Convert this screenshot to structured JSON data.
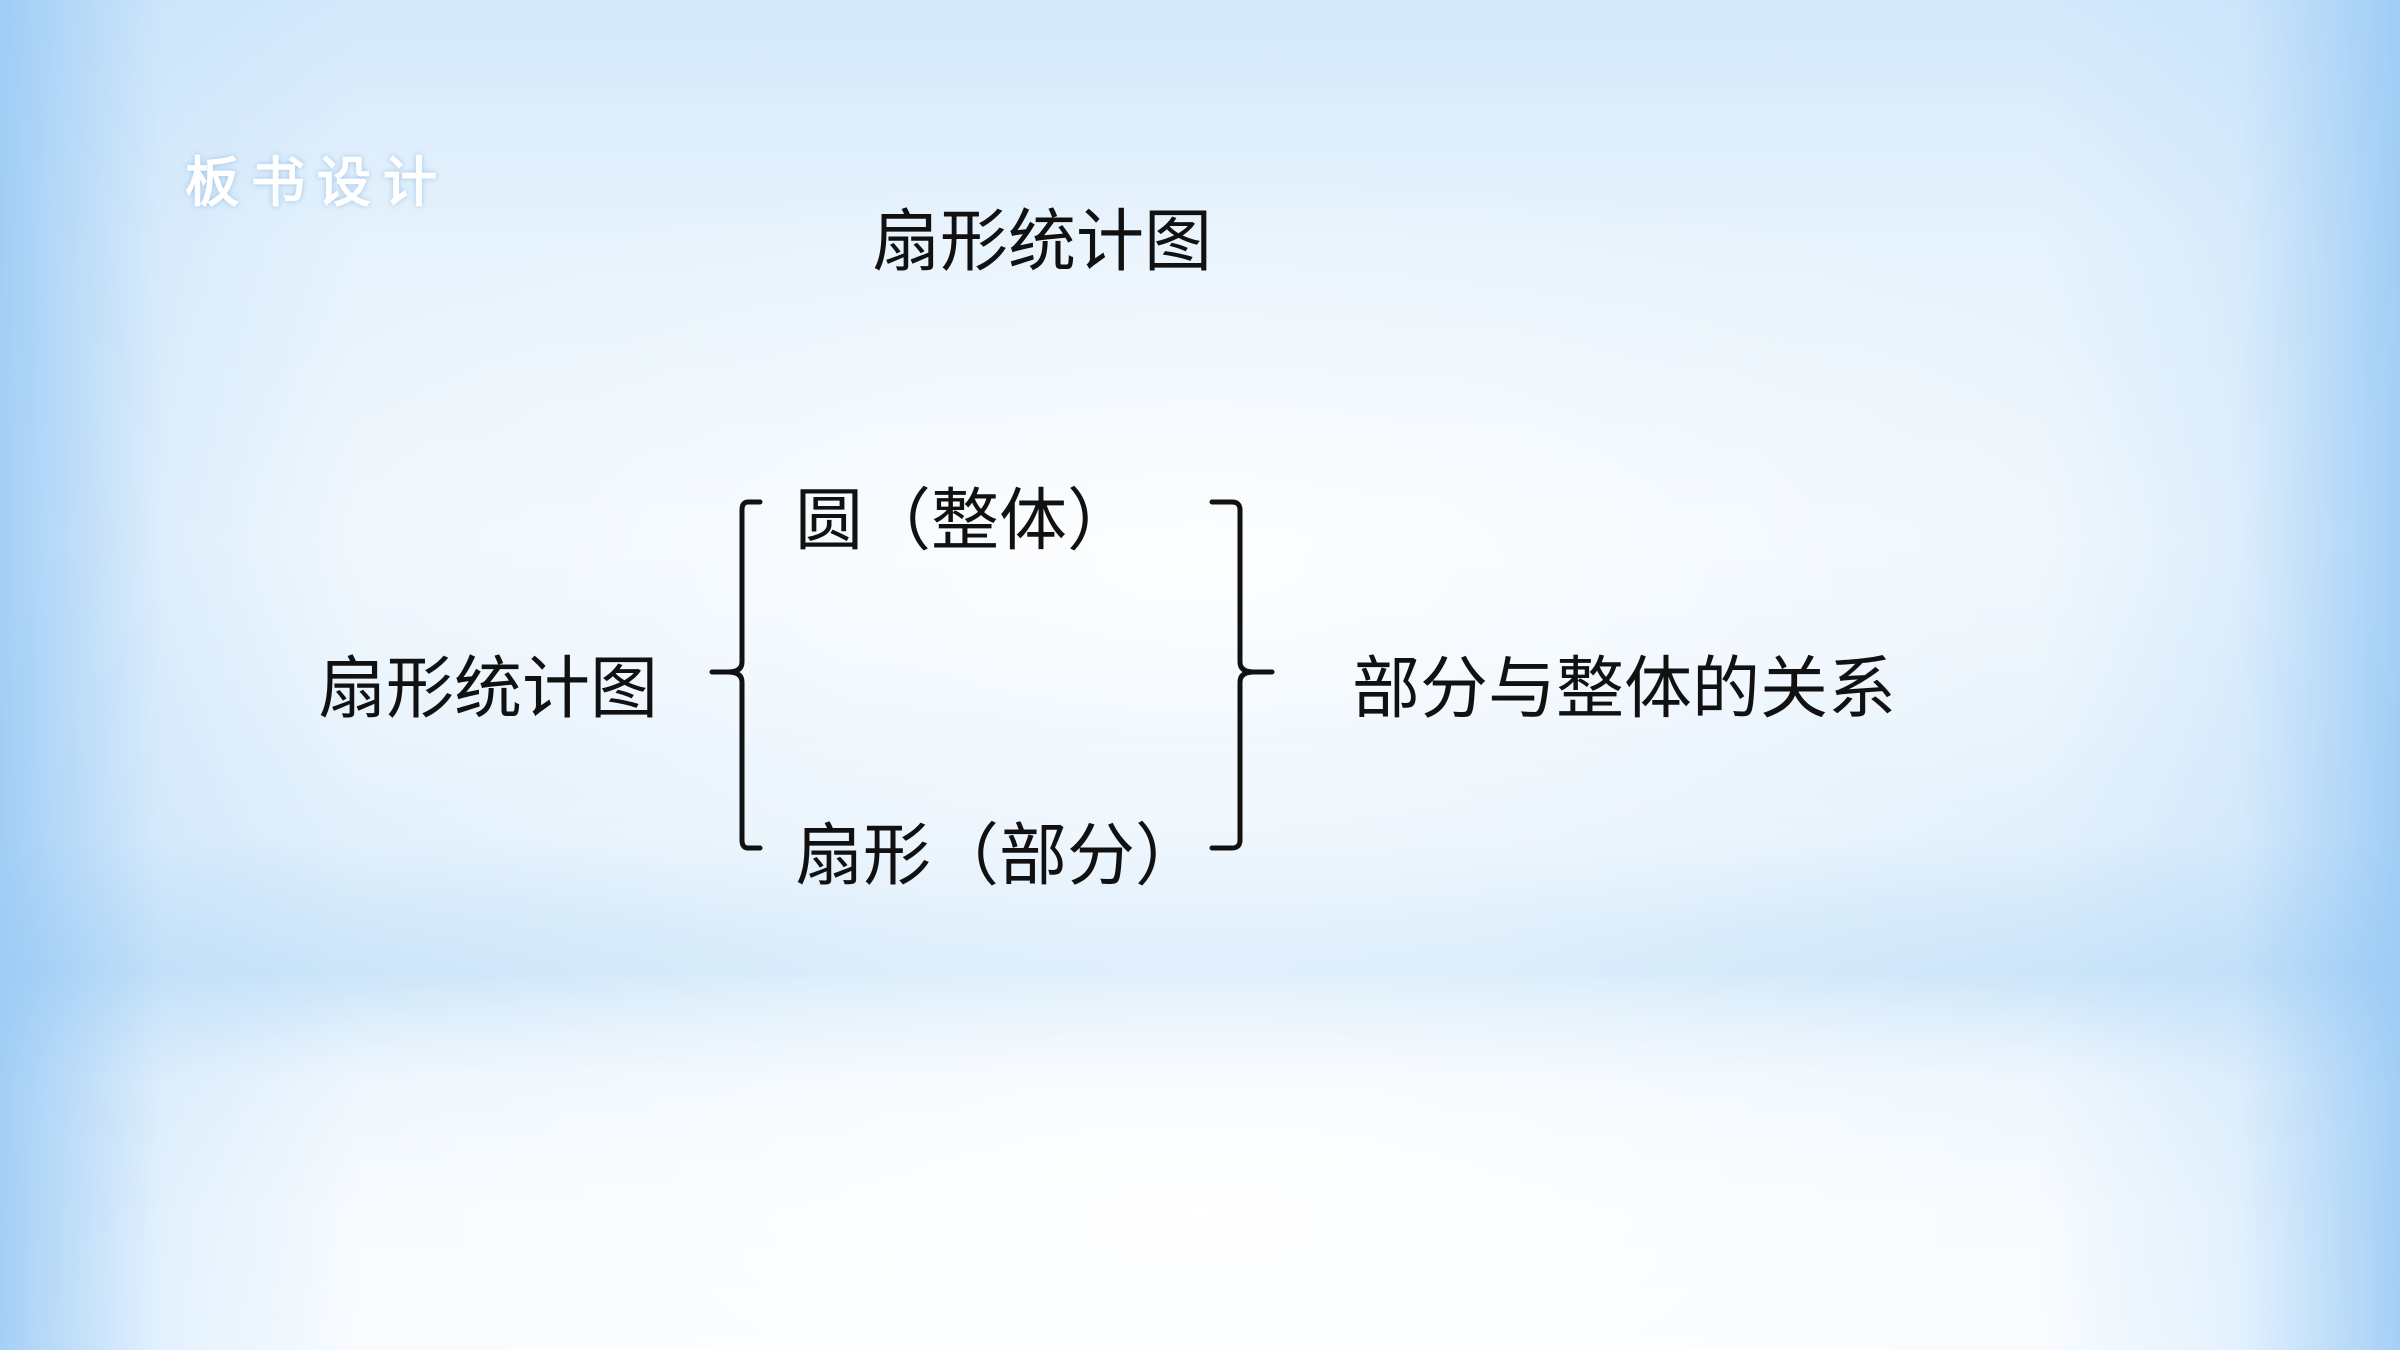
{
  "slide": {
    "section_label": "板书设计",
    "title": "扇形统计图",
    "diagram": {
      "left_term": "扇形统计图",
      "top_term": "圆（整体）",
      "bottom_term": "扇形（部分）",
      "right_term": "部分与整体的关系"
    }
  }
}
